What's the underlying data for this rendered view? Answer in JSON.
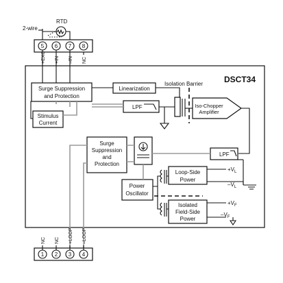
{
  "title": "DSCT34",
  "isolation_barrier_label": "Isolation Barrier",
  "rtd_label": "RTD",
  "wire_note": "2-wire",
  "top_terminals": [
    {
      "num": "5",
      "label": "+EXC"
    },
    {
      "num": "6",
      "label": "+IN"
    },
    {
      "num": "7",
      "label": "–IN"
    },
    {
      "num": "8",
      "label": "NC"
    }
  ],
  "bottom_terminals": [
    {
      "num": "1",
      "label": "NC"
    },
    {
      "num": "2",
      "label": "NC"
    },
    {
      "num": "3",
      "label": "+LOOP"
    },
    {
      "num": "4",
      "label": "–LOOP"
    }
  ],
  "blocks": {
    "surge_top": [
      "Surge Suppression",
      "and Protection"
    ],
    "linearization": "Linearization",
    "stimulus": [
      "Stimulus",
      "Current"
    ],
    "lpf_top": "LPF",
    "iso_chopper": [
      "Iso-Chopper",
      "Amplifier"
    ],
    "surge_bottom": [
      "Surge",
      "Suppression",
      "and",
      "Protection"
    ],
    "lpf_bottom": "LPF",
    "power_osc": [
      "Power",
      "Oscillator"
    ],
    "loop_side": [
      "Loop-Side",
      "Power"
    ],
    "field_side": [
      "Isolated",
      "Field-Side",
      "Power"
    ]
  },
  "rails": {
    "vl_pos": "+V",
    "vl_neg": "–V",
    "vl_sub": "L",
    "vf_pos": "+V",
    "vf_neg": "–V",
    "vf_sub": "F"
  }
}
